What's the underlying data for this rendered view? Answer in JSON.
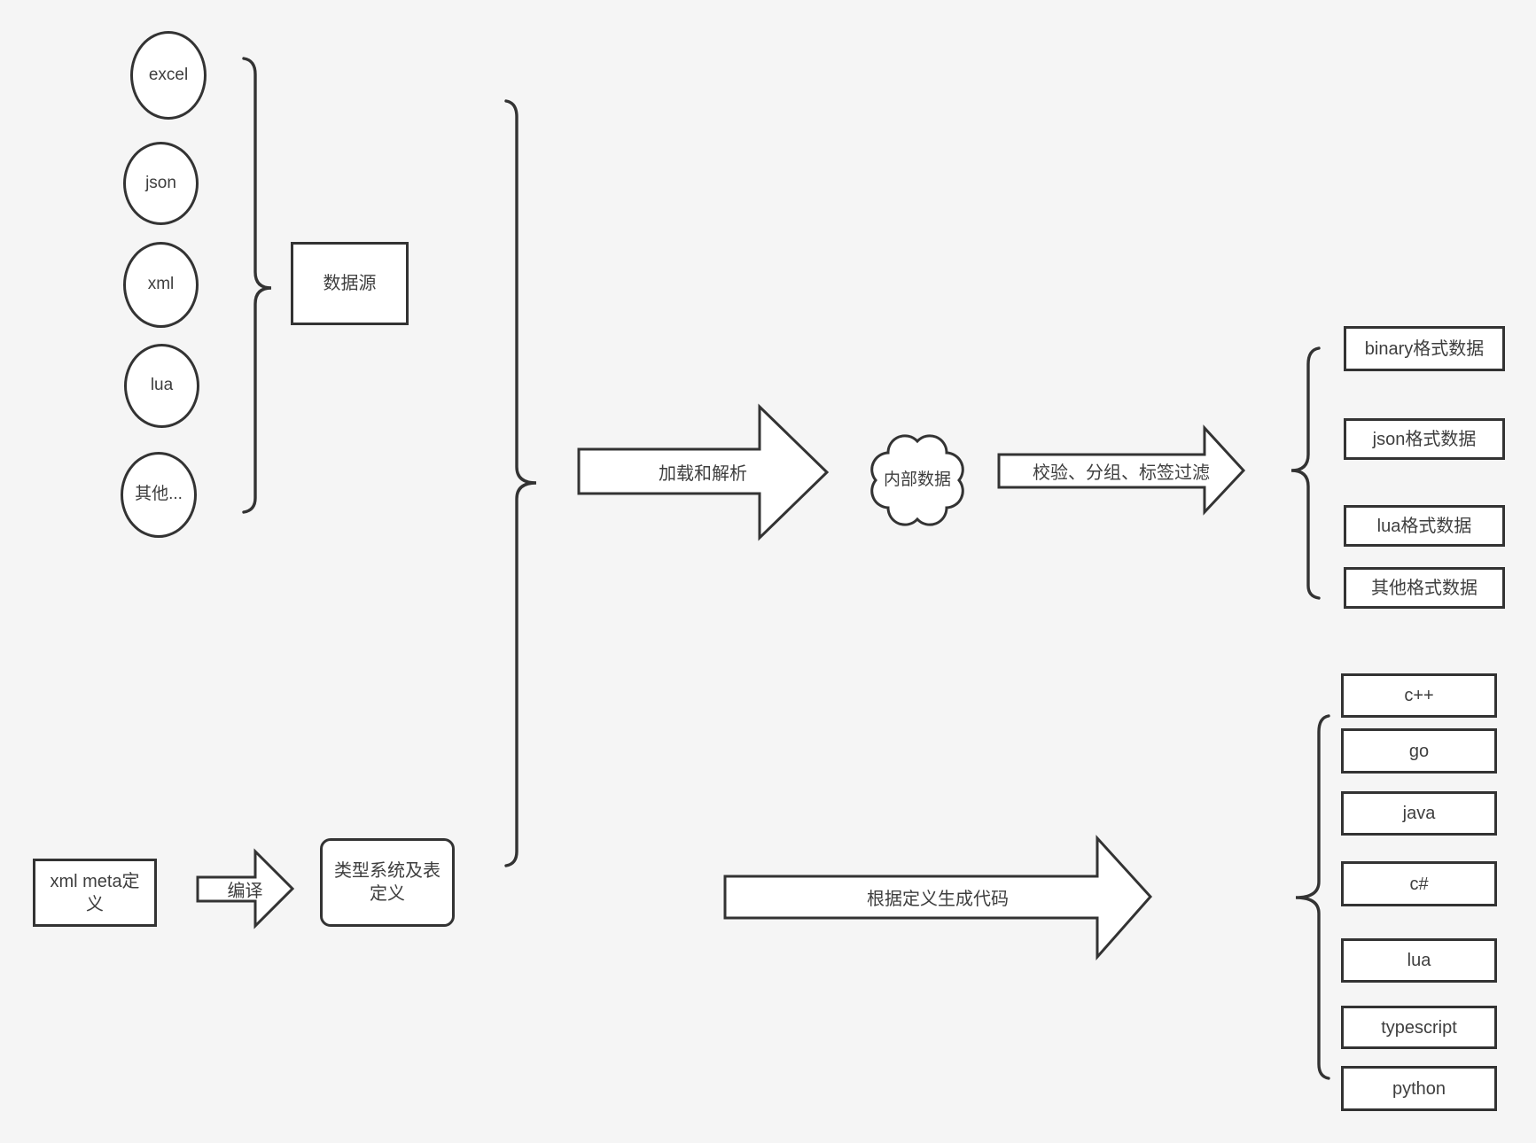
{
  "colors": {
    "background": "#f5f5f5",
    "stroke": "#333333",
    "shape_fill": "#ffffff",
    "text": "#3e3e3e"
  },
  "sources": {
    "group_label": "数据源",
    "items": [
      "excel",
      "json",
      "xml",
      "lua",
      "其他..."
    ]
  },
  "definitions": {
    "xml_meta_box": "xml meta定义",
    "compile_arrow": "编译",
    "type_system_box": "类型系统及表定义"
  },
  "pipeline": {
    "load_parse_arrow": "加载和解析",
    "internal_data_cloud": "内部数据",
    "filter_arrow": "校验、分组、标签过滤",
    "codegen_arrow": "根据定义生成代码"
  },
  "output_formats": [
    "binary格式数据",
    "json格式数据",
    "lua格式数据",
    "其他格式数据"
  ],
  "languages": [
    "c++",
    "go",
    "java",
    "c#",
    "lua",
    "typescript",
    "python"
  ]
}
